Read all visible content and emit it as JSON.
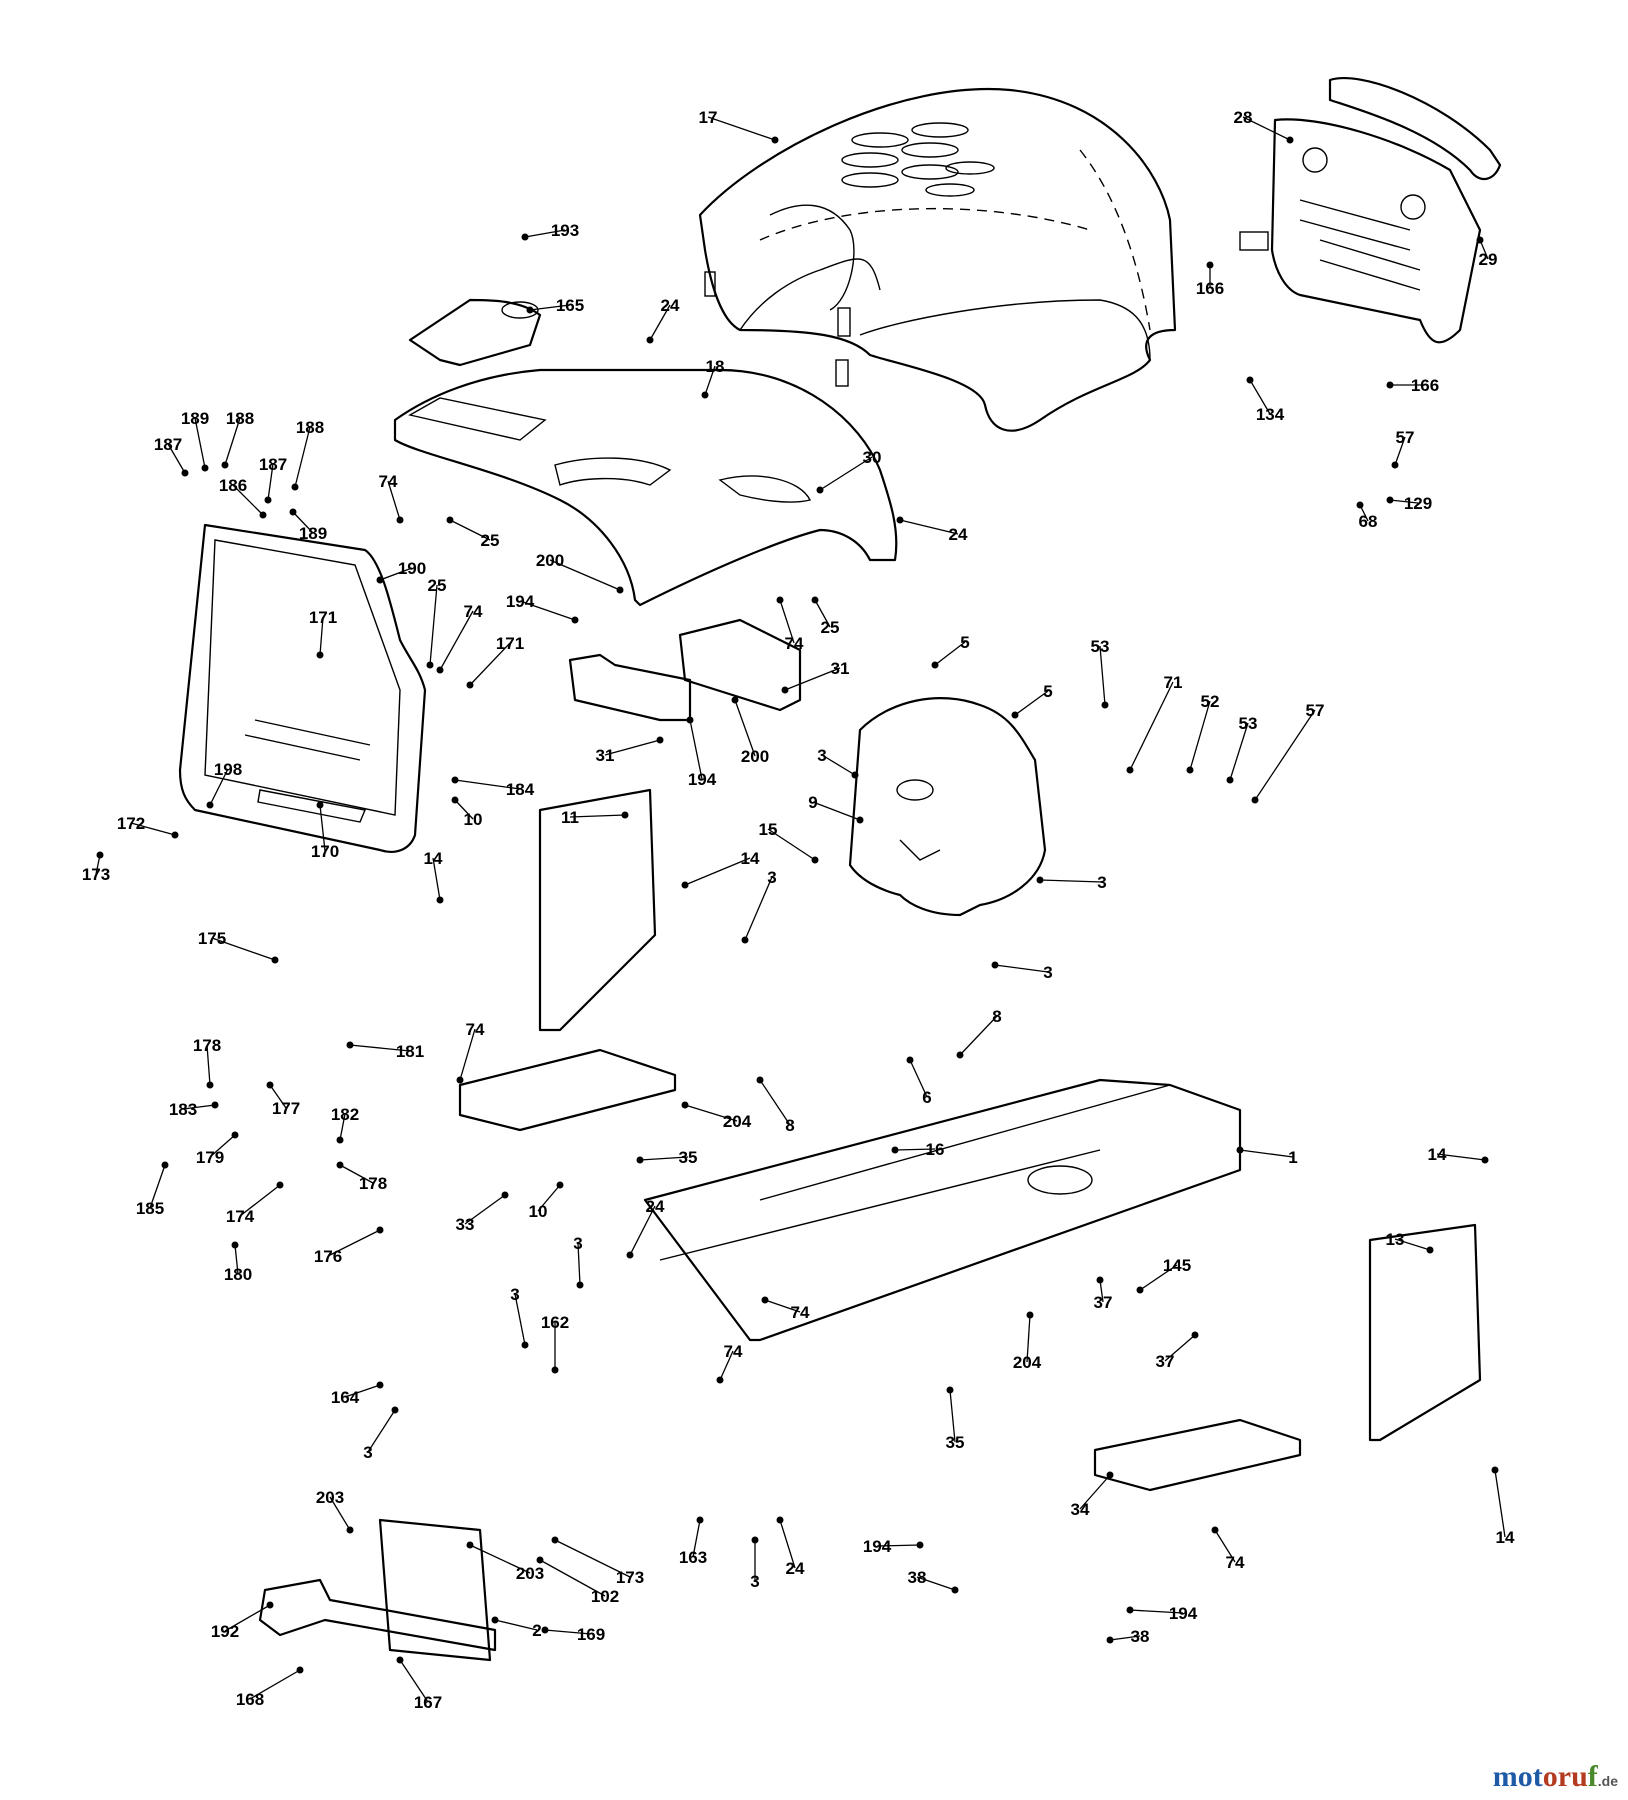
{
  "labels": [
    {
      "id": "17",
      "text": "17"
    },
    {
      "id": "28",
      "text": "28"
    },
    {
      "id": "29",
      "text": "29"
    },
    {
      "id": "193",
      "text": "193"
    },
    {
      "id": "165",
      "text": "165"
    },
    {
      "id": "24a",
      "text": "24"
    },
    {
      "id": "18",
      "text": "18"
    },
    {
      "id": "166a",
      "text": "166"
    },
    {
      "id": "166b",
      "text": "166"
    },
    {
      "id": "134",
      "text": "134"
    },
    {
      "id": "57a",
      "text": "57"
    },
    {
      "id": "129",
      "text": "129"
    },
    {
      "id": "68",
      "text": "68"
    },
    {
      "id": "189a",
      "text": "189"
    },
    {
      "id": "188a",
      "text": "188"
    },
    {
      "id": "187a",
      "text": "187"
    },
    {
      "id": "188b",
      "text": "188"
    },
    {
      "id": "187b",
      "text": "187"
    },
    {
      "id": "186",
      "text": "186"
    },
    {
      "id": "189b",
      "text": "189"
    },
    {
      "id": "74a",
      "text": "74"
    },
    {
      "id": "25a",
      "text": "25"
    },
    {
      "id": "30",
      "text": "30"
    },
    {
      "id": "24b",
      "text": "24"
    },
    {
      "id": "190",
      "text": "190"
    },
    {
      "id": "200a",
      "text": "200"
    },
    {
      "id": "194a",
      "text": "194"
    },
    {
      "id": "25b",
      "text": "25"
    },
    {
      "id": "74b",
      "text": "74"
    },
    {
      "id": "25c",
      "text": "25"
    },
    {
      "id": "74c",
      "text": "74"
    },
    {
      "id": "171a",
      "text": "171"
    },
    {
      "id": "171b",
      "text": "171"
    },
    {
      "id": "31a",
      "text": "31"
    },
    {
      "id": "31b",
      "text": "31"
    },
    {
      "id": "5a",
      "text": "5"
    },
    {
      "id": "5b",
      "text": "5"
    },
    {
      "id": "53a",
      "text": "53"
    },
    {
      "id": "71",
      "text": "71"
    },
    {
      "id": "52",
      "text": "52"
    },
    {
      "id": "53b",
      "text": "53"
    },
    {
      "id": "57b",
      "text": "57"
    },
    {
      "id": "194b",
      "text": "194"
    },
    {
      "id": "200b",
      "text": "200"
    },
    {
      "id": "3a",
      "text": "3"
    },
    {
      "id": "198",
      "text": "198"
    },
    {
      "id": "184",
      "text": "184"
    },
    {
      "id": "172",
      "text": "172"
    },
    {
      "id": "10a",
      "text": "10"
    },
    {
      "id": "173a",
      "text": "173"
    },
    {
      "id": "170",
      "text": "170"
    },
    {
      "id": "9",
      "text": "9"
    },
    {
      "id": "11",
      "text": "11"
    },
    {
      "id": "15",
      "text": "15"
    },
    {
      "id": "14a",
      "text": "14"
    },
    {
      "id": "14b",
      "text": "14"
    },
    {
      "id": "3b",
      "text": "3"
    },
    {
      "id": "3c",
      "text": "3"
    },
    {
      "id": "3d",
      "text": "3"
    },
    {
      "id": "175",
      "text": "175"
    },
    {
      "id": "178a",
      "text": "178"
    },
    {
      "id": "181",
      "text": "181"
    },
    {
      "id": "74d",
      "text": "74"
    },
    {
      "id": "8a",
      "text": "8"
    },
    {
      "id": "6",
      "text": "6"
    },
    {
      "id": "183",
      "text": "183"
    },
    {
      "id": "177",
      "text": "177"
    },
    {
      "id": "182",
      "text": "182"
    },
    {
      "id": "204a",
      "text": "204"
    },
    {
      "id": "8b",
      "text": "8"
    },
    {
      "id": "179",
      "text": "179"
    },
    {
      "id": "178b",
      "text": "178"
    },
    {
      "id": "16",
      "text": "16"
    },
    {
      "id": "35a",
      "text": "35"
    },
    {
      "id": "1",
      "text": "1"
    },
    {
      "id": "14c",
      "text": "14"
    },
    {
      "id": "185",
      "text": "185"
    },
    {
      "id": "174",
      "text": "174"
    },
    {
      "id": "33",
      "text": "33"
    },
    {
      "id": "10b",
      "text": "10"
    },
    {
      "id": "24c",
      "text": "24"
    },
    {
      "id": "176",
      "text": "176"
    },
    {
      "id": "180",
      "text": "180"
    },
    {
      "id": "13",
      "text": "13"
    },
    {
      "id": "3e",
      "text": "3"
    },
    {
      "id": "145",
      "text": "145"
    },
    {
      "id": "37a",
      "text": "37"
    },
    {
      "id": "3f",
      "text": "3"
    },
    {
      "id": "162",
      "text": "162"
    },
    {
      "id": "74e",
      "text": "74"
    },
    {
      "id": "74f",
      "text": "74"
    },
    {
      "id": "204b",
      "text": "204"
    },
    {
      "id": "37b",
      "text": "37"
    },
    {
      "id": "164",
      "text": "164"
    },
    {
      "id": "3g",
      "text": "3"
    },
    {
      "id": "35b",
      "text": "35"
    },
    {
      "id": "203a",
      "text": "203"
    },
    {
      "id": "34",
      "text": "34"
    },
    {
      "id": "163",
      "text": "163"
    },
    {
      "id": "24d",
      "text": "24"
    },
    {
      "id": "3h",
      "text": "3"
    },
    {
      "id": "74g",
      "text": "74"
    },
    {
      "id": "14d",
      "text": "14"
    },
    {
      "id": "194c",
      "text": "194"
    },
    {
      "id": "203b",
      "text": "203"
    },
    {
      "id": "173b",
      "text": "173"
    },
    {
      "id": "102",
      "text": "102"
    },
    {
      "id": "38a",
      "text": "38"
    },
    {
      "id": "194d",
      "text": "194"
    },
    {
      "id": "38b",
      "text": "38"
    },
    {
      "id": "192",
      "text": "192"
    },
    {
      "id": "2",
      "text": "2"
    },
    {
      "id": "169",
      "text": "169"
    },
    {
      "id": "168",
      "text": "168"
    },
    {
      "id": "167",
      "text": "167"
    }
  ],
  "watermark": {
    "brand_part1": "mot",
    "brand_part2": "oru",
    "brand_part3": "f",
    "suffix": ".de"
  }
}
